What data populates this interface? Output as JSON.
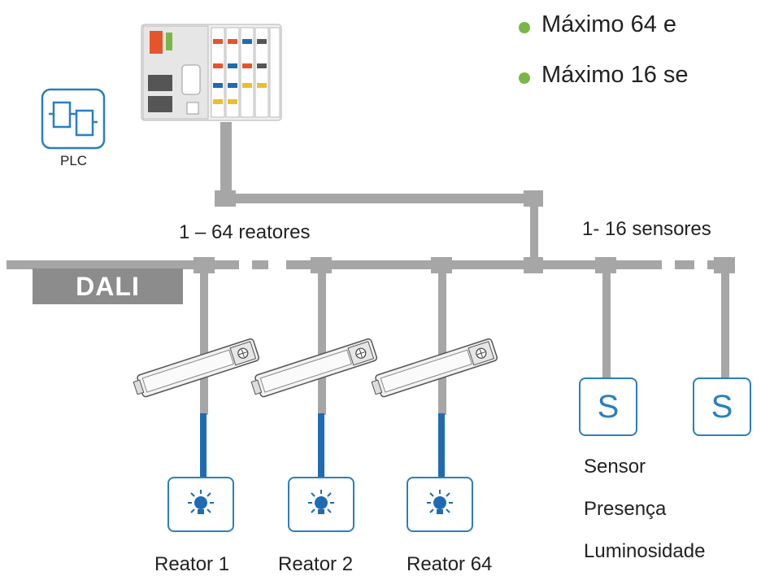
{
  "bullets": [
    "Máximo 64 e",
    "Máximo 16 se"
  ],
  "plc_label": "PLC",
  "bus_name": "DALI",
  "reator_range_label": "1 – 64 reatores",
  "sensor_range_label": "1- 16 sensores",
  "reatores": [
    {
      "label": "Reator 1"
    },
    {
      "label": "Reator 2"
    },
    {
      "label": "Reator 64"
    }
  ],
  "sensors": [
    {
      "glyph": "S"
    },
    {
      "glyph": "S"
    }
  ],
  "sensor_captions": [
    "Sensor",
    "Presença",
    "Luminosidade"
  ],
  "colors": {
    "bus_gray": "#a6a6a6",
    "dali_tag": "#8c8c8c",
    "link_blue": "#1f6bb3",
    "icon_blue": "#2a7fbf",
    "bullet_green": "#7ab648"
  },
  "icons": {
    "plc": "plc-relay-icon",
    "lamp": "lightbulb-icon",
    "reator": "ballast-device-icon",
    "controller": "wago-controller-icon"
  }
}
